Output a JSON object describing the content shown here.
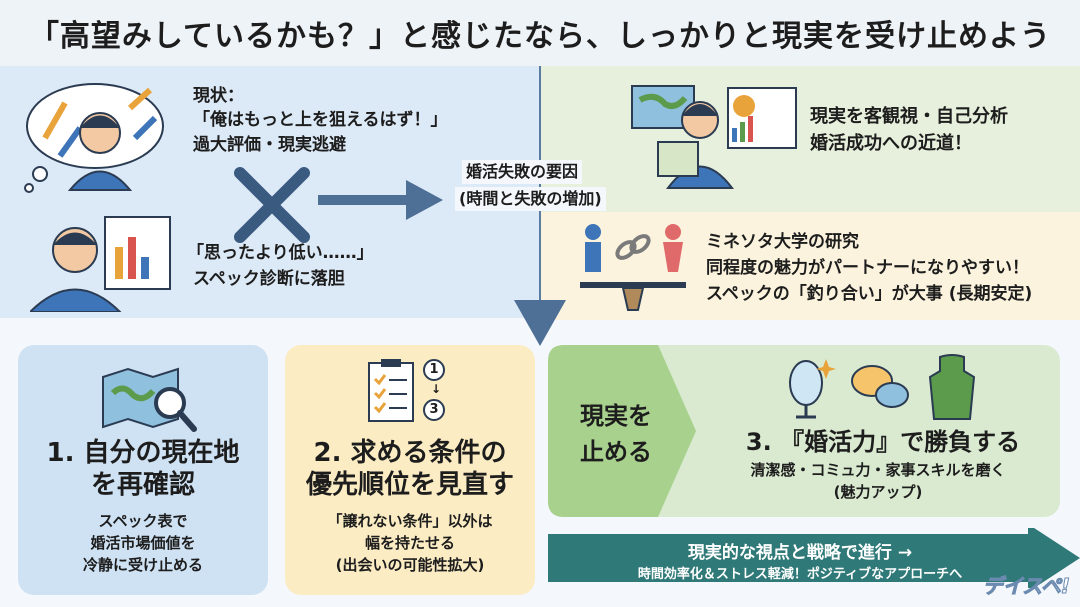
{
  "title": "「高望みしているかも？」と感じたなら、しっかりと現実を受け止めよう",
  "top_left": {
    "status_label": "現状：",
    "status_quote": "「俺はもっと上を狙えるはず！」",
    "status_note": "過大評価・現実逃避",
    "shock_quote": "「思ったより低い……」",
    "shock_note": "スペック診断に落胆"
  },
  "center": {
    "cause_line1": "婚活失敗の要因",
    "cause_line2": "(時間と失敗の増加)"
  },
  "top_right": {
    "line1": "現実を客観視・自己分析",
    "line2": "婚活成功への近道！"
  },
  "research": {
    "line1": "ミネソタ大学の研究",
    "line2": "同程度の魅力がパートナーになりやすい！",
    "line3": "スペックの「釣り合い」が大事 (長期安定)"
  },
  "card1": {
    "title_line1": "1. 自分の現在地",
    "title_line2": "を再確認",
    "sub_line1": "スペック表で",
    "sub_line2": "婚活市場価値を",
    "sub_line3": "冷静に受け止める"
  },
  "card2": {
    "title_line1": "2. 求める条件の",
    "title_line2": "優先順位を見直す",
    "sub_line1": "「譲れない条件」以外は",
    "sub_line2": "幅を持たせる",
    "sub_line3": "(出会いの可能性拡大)",
    "badge_top": "1",
    "badge_bottom": "3"
  },
  "card3": {
    "arrow_line1": "現実を",
    "arrow_line2": "止める",
    "title": "3. 『婚活力』で勝負する",
    "sub_line1": "清潔感・コミュ力・家事スキルを磨く",
    "sub_line2": "(魅力アップ)"
  },
  "banner": {
    "line1": "現実的な視点と戦略で進行 →",
    "line2": "時間効率化＆ストレス軽減！ポジティブなアプローチへ"
  },
  "watermark": "デイスペ!",
  "colors": {
    "blue_panel": "#dce9f6",
    "green_panel": "#e7f0dc",
    "yellow_panel": "#fbf3dd",
    "arrow": "#4e6f96",
    "banner": "#2f7a78"
  }
}
